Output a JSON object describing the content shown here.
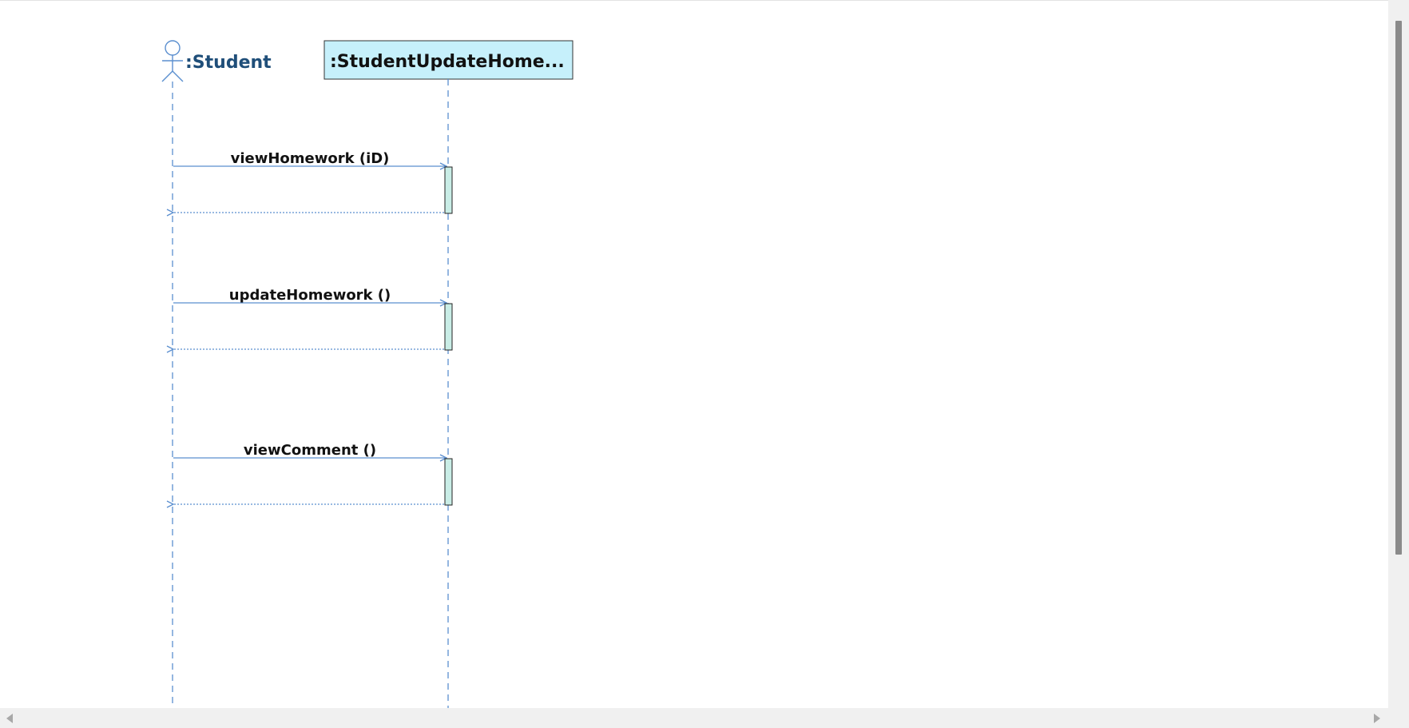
{
  "diagram": {
    "lifelines": [
      {
        "kind": "actor",
        "label": ":Student"
      },
      {
        "kind": "object",
        "label": ":StudentUpdateHome..."
      }
    ],
    "messages": [
      {
        "label": "viewHomework (iD)"
      },
      {
        "label": "updateHomework ()"
      },
      {
        "label": "viewComment ()"
      }
    ]
  },
  "colors": {
    "line": "#5b8fcf",
    "actor_label": "#1f4e79",
    "object_fill": "#c6f0fb",
    "activation_fill": "#c9ede6"
  }
}
